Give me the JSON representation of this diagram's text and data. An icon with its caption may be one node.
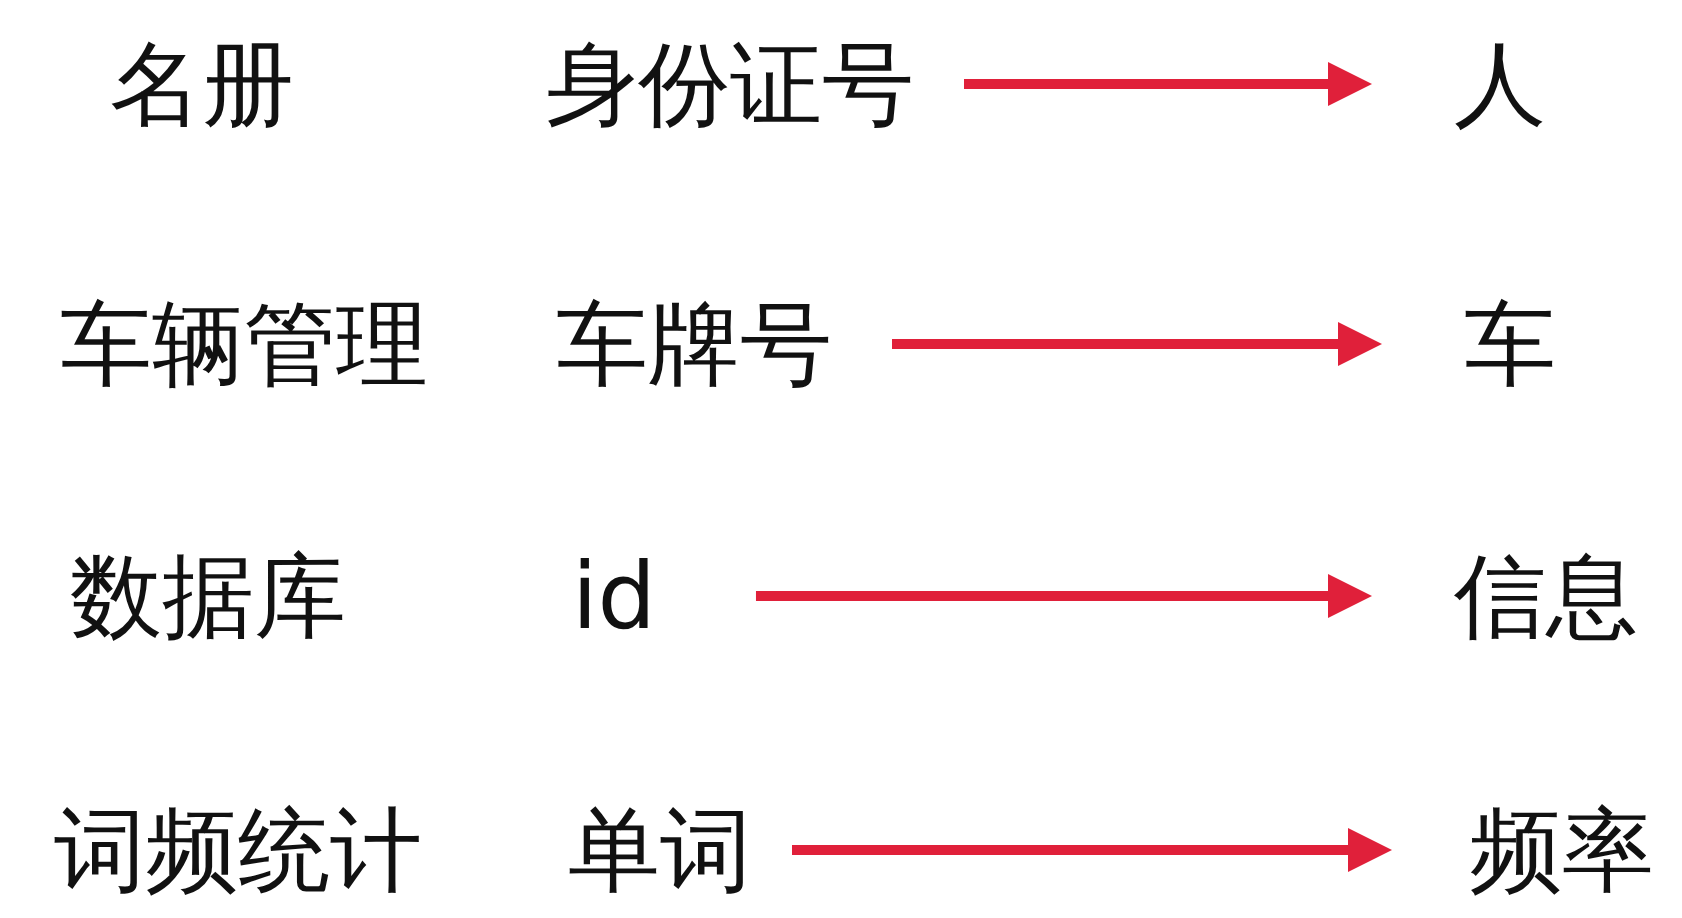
{
  "diagram": {
    "nodes": [
      {
        "text": [
          "身份证号"
        ]
      },
      {
        "text": [
          "人"
        ]
      },
      {
        "text": [
          "车牌号"
        ]
      },
      {
        "text": [
          "车"
        ]
      },
      {
        "text": [
          "id"
        ]
      },
      {
        "text": [
          "信息"
        ]
      },
      {
        "text": [
          "单词"
        ]
      },
      {
        "text": [
          "频率"
        ]
      }
    ],
    "edges": [
      {
        "from": 0,
        "to": 1,
        "arrow": "to"
      },
      {
        "from": 2,
        "to": 3,
        "arrow": "to"
      },
      {
        "from": 4,
        "to": 5,
        "arrow": "to"
      },
      {
        "from": 6,
        "to": 7,
        "arrow": "to"
      }
    ],
    "labels": [
      "名册",
      "车辆管理",
      "数据库",
      "词频统计"
    ]
  }
}
